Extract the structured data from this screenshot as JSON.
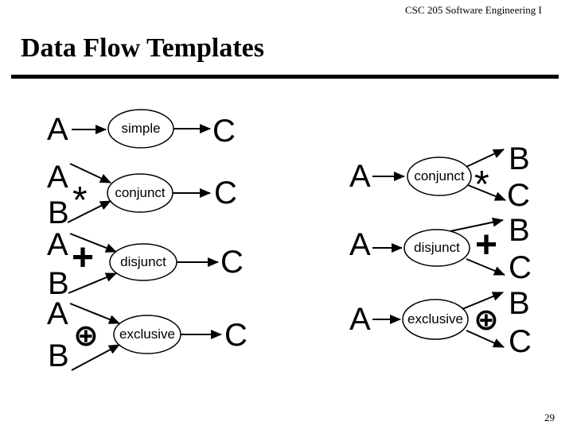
{
  "header": {
    "course_label": "CSC 205 Software Engineering I"
  },
  "title": "Data Flow Templates",
  "page_number": "29",
  "diagrams": {
    "left": [
      {
        "inputs": [
          "A"
        ],
        "process": "simple",
        "operator": "",
        "outputs": [
          "C"
        ]
      },
      {
        "inputs": [
          "A",
          "B"
        ],
        "process": "conjunct",
        "operator": "*",
        "outputs": [
          "C"
        ]
      },
      {
        "inputs": [
          "A",
          "B"
        ],
        "process": "disjunct",
        "operator": "+",
        "outputs": [
          "C"
        ]
      },
      {
        "inputs": [
          "A",
          "B"
        ],
        "process": "exclusive",
        "operator": "⊕",
        "outputs": [
          "C"
        ]
      }
    ],
    "right": [
      {
        "inputs": [
          "A"
        ],
        "process": "conjunct",
        "operator": "*",
        "outputs": [
          "B",
          "C"
        ]
      },
      {
        "inputs": [
          "A"
        ],
        "process": "disjunct",
        "operator": "+",
        "outputs": [
          "B",
          "C"
        ]
      },
      {
        "inputs": [
          "A"
        ],
        "process": "exclusive",
        "operator": "⊕",
        "outputs": [
          "B",
          "C"
        ]
      }
    ]
  }
}
